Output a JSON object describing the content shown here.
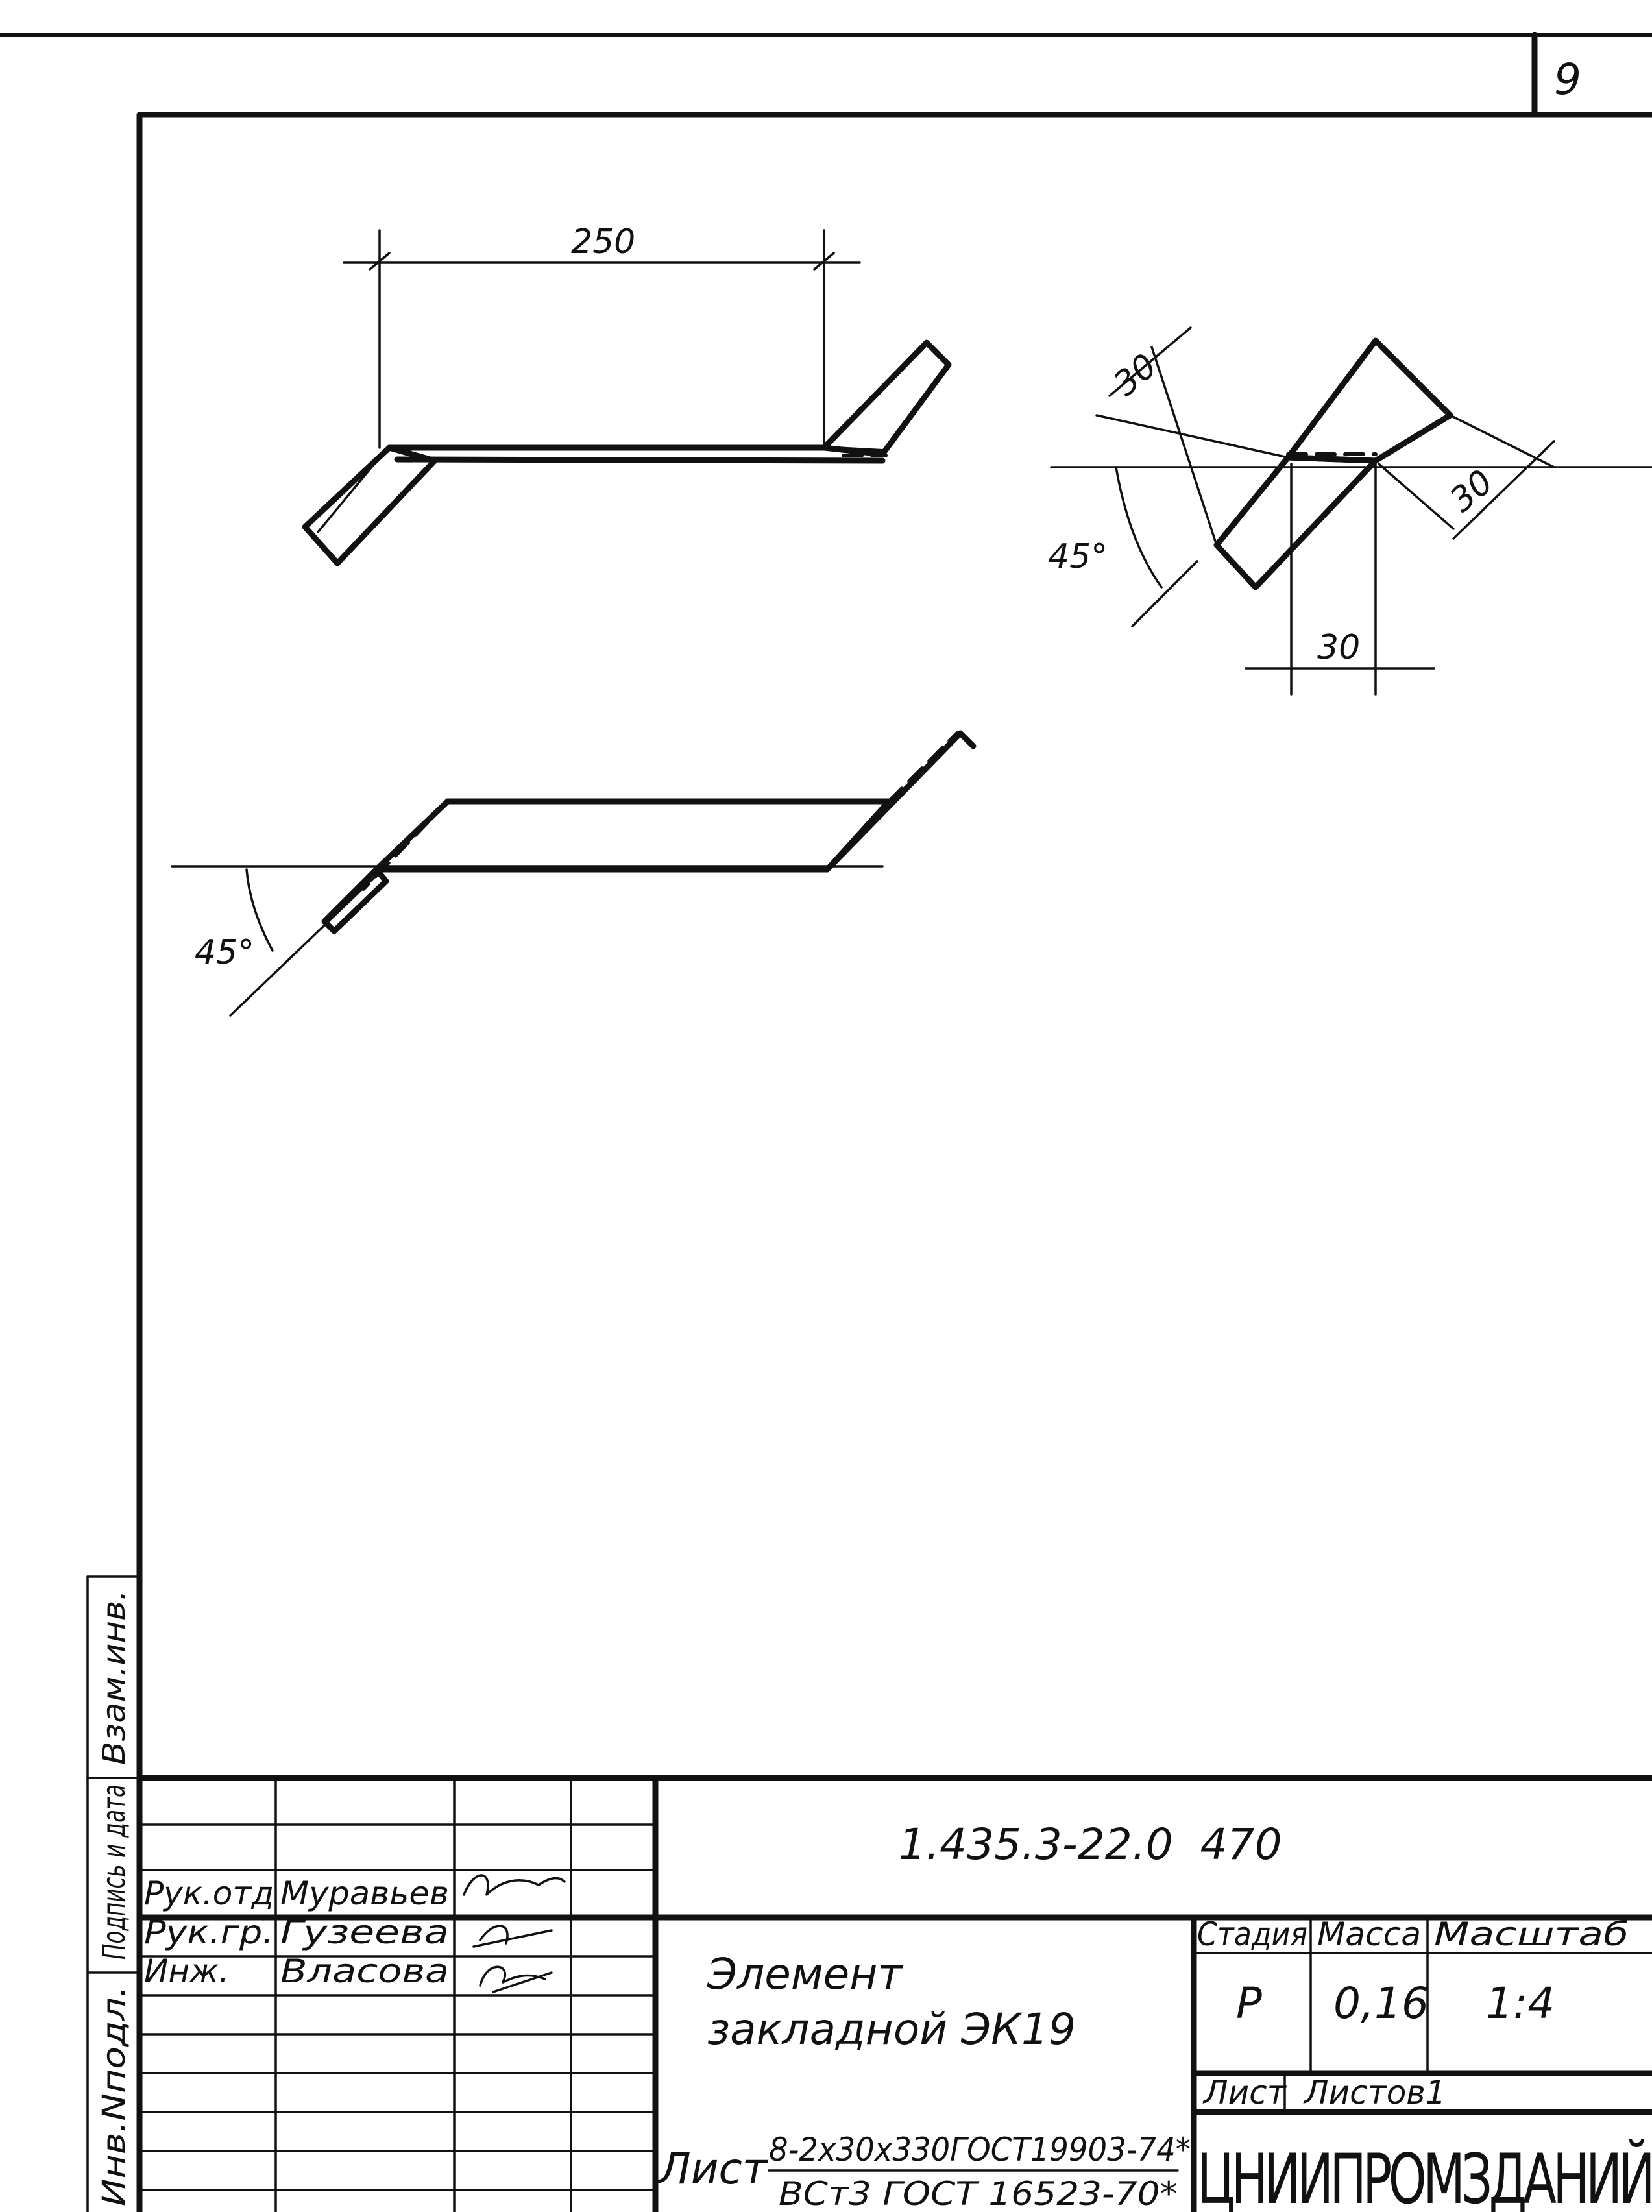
{
  "sheet_number": "9",
  "drawing_code": "1.435.3-22.0  470",
  "title": {
    "line1": "Элемент",
    "line2": "закладной ЭК19"
  },
  "specification": {
    "prefix": "Лист",
    "material_top": "8-2x30x330ГОСТ19903-74*",
    "material_bottom": "ВСт3 ГОСТ 16523-70*"
  },
  "table": {
    "headers": {
      "stage": "Стадия",
      "mass": "Масса",
      "scale": "Масштаб"
    },
    "values": {
      "stage": "Р",
      "mass": "0,16",
      "scale": "1:4"
    },
    "sheet_label": "Лист",
    "sheets_label": "Листов1"
  },
  "organization": "ЦНИИПРОМЗДАНИЙ",
  "signatures": [
    {
      "role": "Рук.отд",
      "name": "Муравьев",
      "signature": "signature"
    },
    {
      "role": "Рук.гр.",
      "name": "Гузеева",
      "signature": "signature"
    },
    {
      "role": "Инж.",
      "name": "Власова",
      "signature": "signature"
    }
  ],
  "side_fields": {
    "inv_orig": "Инв.Nподл.",
    "sign_date": "Подпись и дата",
    "vzam_inv": "Взам.инв."
  },
  "dimensions": {
    "length": "250",
    "width_diag": "30",
    "depth_diag": "30",
    "width_horiz": "30",
    "angle_top": "45°",
    "angle_bottom": "45°"
  },
  "colors": {
    "ink": "#111111",
    "paper": "#ffffff"
  }
}
